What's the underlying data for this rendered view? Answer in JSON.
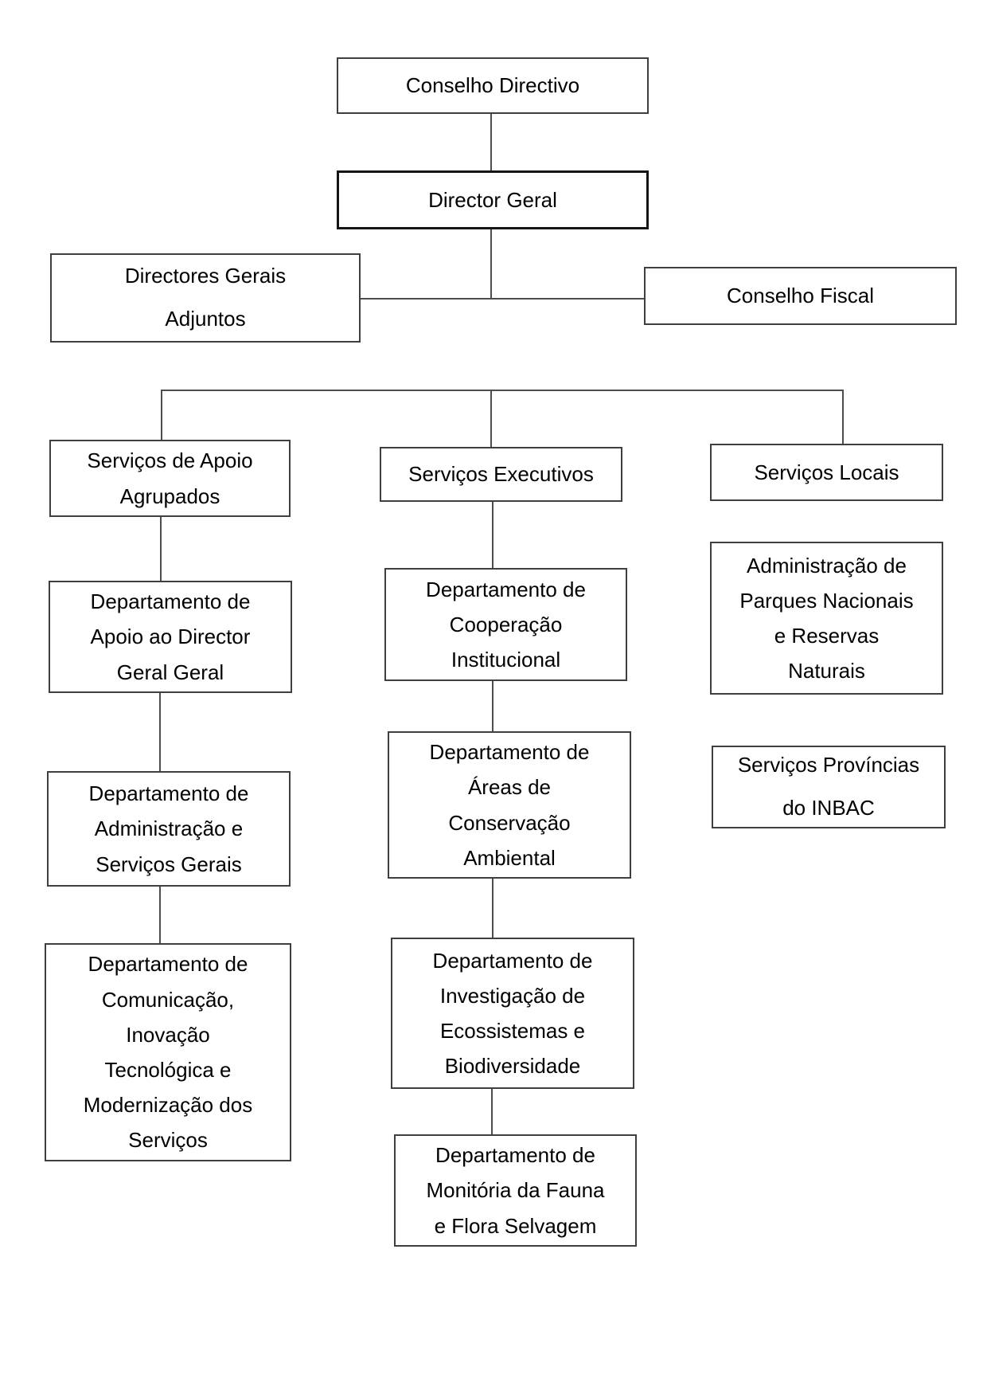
{
  "nodes": {
    "conselho_directivo": {
      "label": "Conselho Directivo"
    },
    "director_geral": {
      "label": "Director Geral"
    },
    "directores_gerais_adjuntos": {
      "label": "Directores Gerais\nAdjuntos"
    },
    "conselho_fiscal": {
      "label": "Conselho Fiscal"
    },
    "servicos_apoio_agrupados": {
      "label": "Serviços de Apoio\nAgrupados"
    },
    "servicos_executivos": {
      "label": "Serviços Executivos"
    },
    "servicos_locais": {
      "label": "Serviços Locais"
    },
    "dep_apoio_director_geral": {
      "label": "Departamento de\nApoio ao Director\nGeral Geral"
    },
    "dep_cooperacao_institucional": {
      "label": "Departamento de\nCooperação\nInstitucional"
    },
    "admin_parques_nacionais": {
      "label": "Administração de\nParques Nacionais\ne Reservas\nNaturais"
    },
    "dep_administracao_servicos_gerais": {
      "label": "Departamento de\nAdministração e\nServiços Gerais"
    },
    "dep_areas_conservacao": {
      "label": "Departamento de\nÁreas de\nConservação\nAmbiental"
    },
    "servicos_provincias_inbac": {
      "label": "Serviços Províncias\ndo INBAC"
    },
    "dep_comunicacao": {
      "label": "Departamento de\nComunicação,\nInovação\nTecnológica e\nModernização dos\nServiços"
    },
    "dep_investigacao": {
      "label": "Departamento de\nInvestigação de\nEcossistemas e\nBiodiversidade"
    },
    "dep_monitoria": {
      "label": "Departamento de\nMonitória da Fauna\ne Flora Selvagem"
    }
  },
  "edges": [
    "conselho_directivo -> director_geral",
    "director_geral -> directores_gerais_adjuntos",
    "director_geral -> conselho_fiscal",
    "branch -> servicos_apoio_agrupados",
    "branch -> servicos_executivos",
    "branch -> servicos_locais",
    "servicos_apoio_agrupados -> dep_apoio_director_geral",
    "dep_apoio_director_geral -> dep_administracao_servicos_gerais",
    "dep_administracao_servicos_gerais -> dep_comunicacao",
    "servicos_executivos -> dep_cooperacao_institucional",
    "dep_cooperacao_institucional -> dep_areas_conservacao",
    "dep_areas_conservacao -> dep_investigacao",
    "dep_investigacao -> dep_monitoria"
  ],
  "colors": {
    "background": "#ffffff",
    "box_border": "#3f3f3f",
    "emphasis_border": "#141414",
    "connector_line": "#4d4d4d",
    "text": "#000000"
  }
}
